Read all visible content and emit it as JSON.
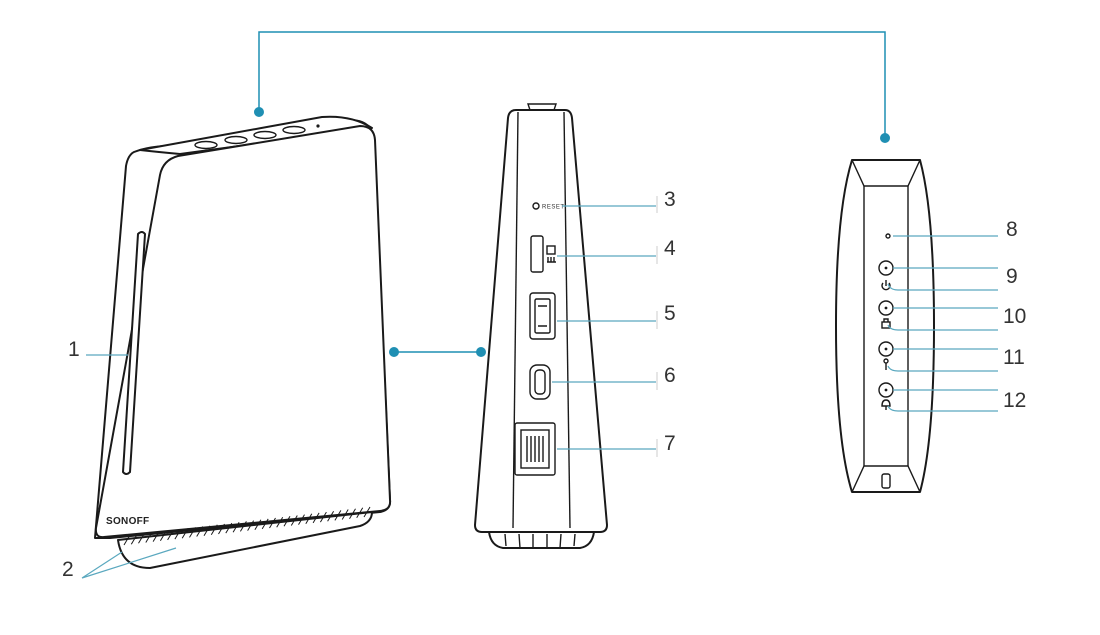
{
  "colors": {
    "connector": "#1f8fb3",
    "leader": "#5aa8bf",
    "outline": "#1a1a1a",
    "text": "#333333"
  },
  "device": {
    "brand": "SONOFF",
    "reset_label": "RESET"
  },
  "callouts": [
    {
      "id": "1",
      "label": "1"
    },
    {
      "id": "2",
      "label": "2"
    },
    {
      "id": "3",
      "label": "3"
    },
    {
      "id": "4",
      "label": "4"
    },
    {
      "id": "5",
      "label": "5"
    },
    {
      "id": "6",
      "label": "6"
    },
    {
      "id": "7",
      "label": "7"
    },
    {
      "id": "8",
      "label": "8"
    },
    {
      "id": "9",
      "label": "9"
    },
    {
      "id": "10",
      "label": "10"
    },
    {
      "id": "11",
      "label": "11"
    },
    {
      "id": "12",
      "label": "12"
    }
  ],
  "icons": [
    "power-icon",
    "pairing-icon",
    "key-icon",
    "lock-icon",
    "sd-card-icon"
  ]
}
